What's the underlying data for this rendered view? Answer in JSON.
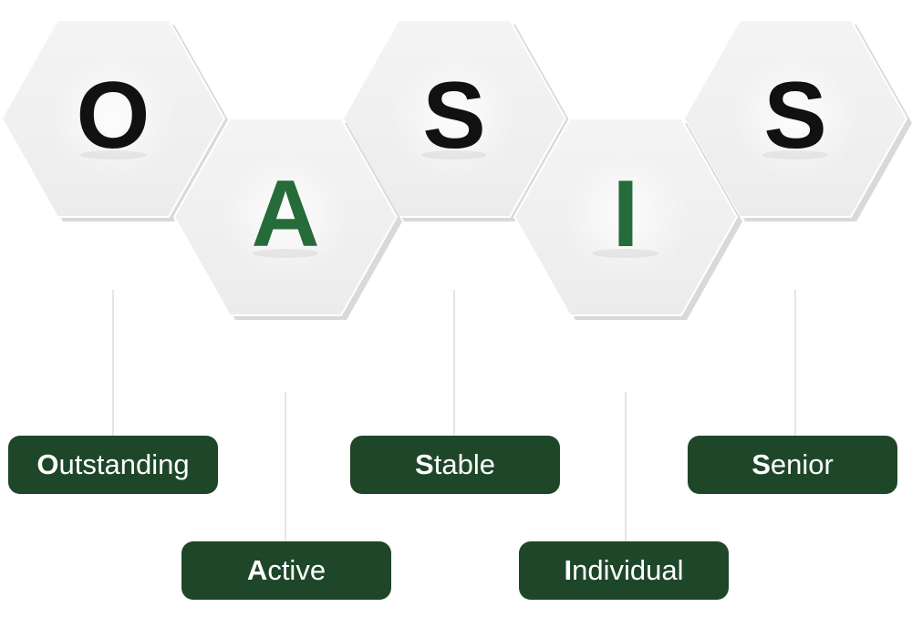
{
  "colors": {
    "accent": "#266b3a",
    "label_background": "#1e4629",
    "hex_fill_top": "#f4f4f4",
    "hex_fill_bottom": "#ececec",
    "hex_shadow": "#d9d9d9",
    "letter_dark": "#111111",
    "connector": "#d4d4d4"
  },
  "acronym": [
    {
      "letter": "O",
      "word_first": "O",
      "word_rest": "utstanding",
      "accent": false
    },
    {
      "letter": "A",
      "word_first": "A",
      "word_rest": "ctive",
      "accent": true
    },
    {
      "letter": "S",
      "word_first": "S",
      "word_rest": "table",
      "accent": false
    },
    {
      "letter": "I",
      "word_first": "I",
      "word_rest": "ndividual",
      "accent": true
    },
    {
      "letter": "S",
      "word_first": "S",
      "word_rest": "enior",
      "accent": false
    }
  ]
}
